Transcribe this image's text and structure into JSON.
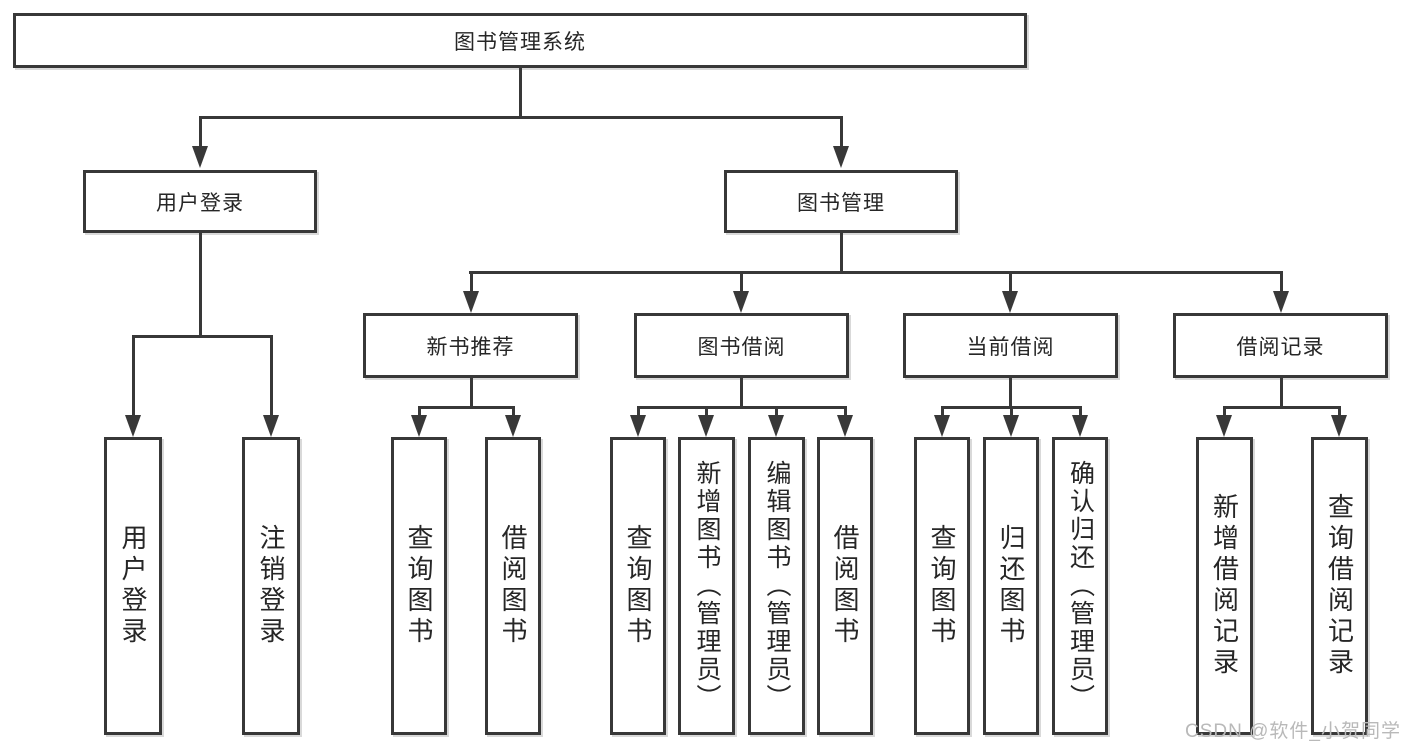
{
  "root": {
    "label": "图书管理系统"
  },
  "branches": {
    "login": {
      "label": "用户登录",
      "children": [
        {
          "label": "用户登录"
        },
        {
          "label": "注销登录"
        }
      ]
    },
    "management": {
      "label": "图书管理",
      "children": [
        {
          "label": "新书推荐",
          "children": [
            {
              "label": "查询图书"
            },
            {
              "label": "借阅图书"
            }
          ]
        },
        {
          "label": "图书借阅",
          "children": [
            {
              "label": "查询图书"
            },
            {
              "label": "新增图书（管理员）"
            },
            {
              "label": "编辑图书（管理员）"
            },
            {
              "label": "借阅图书"
            }
          ]
        },
        {
          "label": "当前借阅",
          "children": [
            {
              "label": "查询图书"
            },
            {
              "label": "归还图书"
            },
            {
              "label": "确认归还（管理员）"
            }
          ]
        },
        {
          "label": "借阅记录",
          "children": [
            {
              "label": "新增借阅记录"
            },
            {
              "label": "查询借阅记录"
            }
          ]
        }
      ]
    }
  },
  "watermark": {
    "text": "CSDN @软件_小贺同学"
  },
  "colors": {
    "line": "#383838",
    "border": "#383838",
    "fill": "#ffffff",
    "text": "#262626",
    "background": "#ffffff",
    "watermark": "#b9b9b9"
  }
}
